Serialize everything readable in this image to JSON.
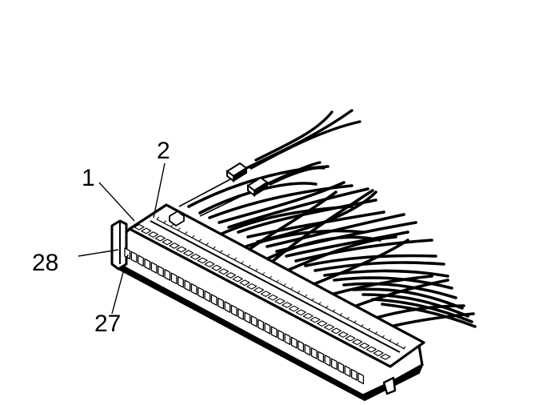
{
  "diagram": {
    "labels": {
      "pin1": "1",
      "pin2": "2",
      "pin28": "28",
      "pin27": "27"
    },
    "colors": {
      "ink": "#000000",
      "paper": "#ffffff"
    },
    "connector": {
      "pin_rows": 2
    }
  }
}
